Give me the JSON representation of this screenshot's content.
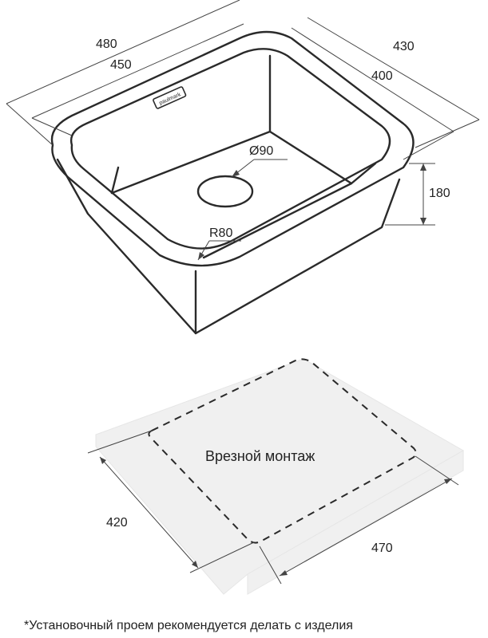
{
  "dimensions": {
    "outer_width": "480",
    "inner_width": "450",
    "outer_depth": "430",
    "inner_depth": "400",
    "height": "180",
    "drain": "Ø90",
    "corner_radius": "R80",
    "cutout_depth": "420",
    "cutout_width": "470"
  },
  "brand_plate": "paulmark",
  "mount_label": "Врезной монтаж",
  "footnote": "*Установочный проем рекомендуется делать с изделия"
}
